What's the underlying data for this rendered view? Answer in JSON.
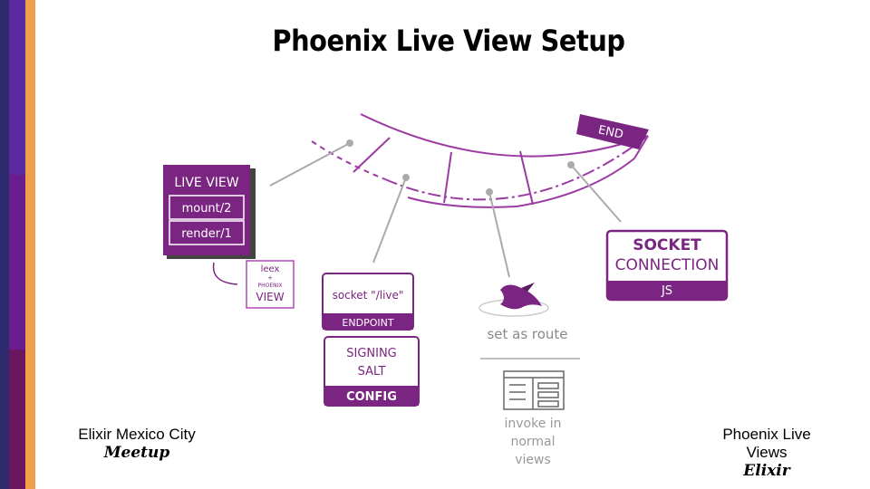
{
  "title": "Phoenix Live View Setup",
  "diagram": {
    "arc_end_label": "END",
    "live_view": {
      "title": "LIVE VIEW",
      "items": [
        "mount/2",
        "render/1"
      ]
    },
    "template_card": {
      "line1": "leex",
      "line2": "+",
      "line3": "PHOENIX",
      "line4": "VIEW"
    },
    "endpoint_card": {
      "text": "socket \"/live\"",
      "label": "ENDPOINT"
    },
    "config_card": {
      "line1": "SIGNING",
      "line2": "SALT",
      "label": "CONFIG"
    },
    "route": {
      "label": "set as route",
      "invoke_line1": "invoke in",
      "invoke_line2": "normal",
      "invoke_line3": "views"
    },
    "socket_card": {
      "line1": "SOCKET",
      "line2": "CONNECTION",
      "label": "JS"
    }
  },
  "footer": {
    "left": {
      "line1": "Elixir Mexico City",
      "line2": "Meetup"
    },
    "right": {
      "line1": "Phoenix Live Views",
      "line2": "Elixir"
    }
  },
  "colors": {
    "purple": "#7b2582",
    "dark_purple": "#5a1b62",
    "light_purple": "#b04ab8",
    "gray": "#aaaaaa",
    "stripe_orange": "#f0a04b"
  }
}
